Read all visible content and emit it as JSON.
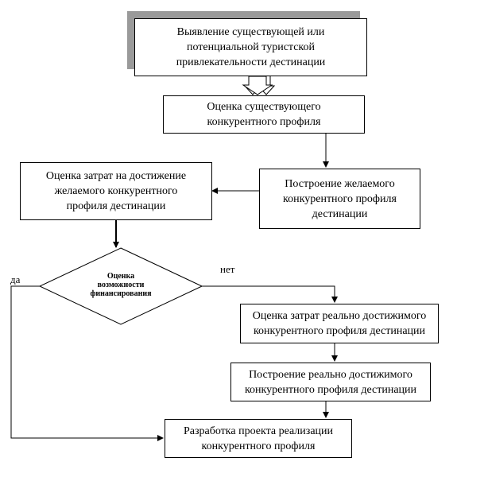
{
  "diagram": {
    "box1": "Выявление существующей или\nпотенциальной туристской\nпривлекательности дестинации",
    "box2": "Оценка существующего\nконкурентного профиля",
    "box3": "Построение желаемого\nконкурентного профиля\nдестинации",
    "box4": "Оценка затрат на достижение\nжелаемого конкурентного\nпрофиля дестинации",
    "decision": "Оценка\nвозможности\nфинансирования",
    "yes_label": "да",
    "no_label": "нет",
    "box5": "Оценка затрат реально достижимого\nконкурентного профиля дестинации",
    "box6": "Построение реально достижимого\nконкурентного профиля дестинации",
    "box7": "Разработка проекта реализации\nконкурентного профиля"
  }
}
